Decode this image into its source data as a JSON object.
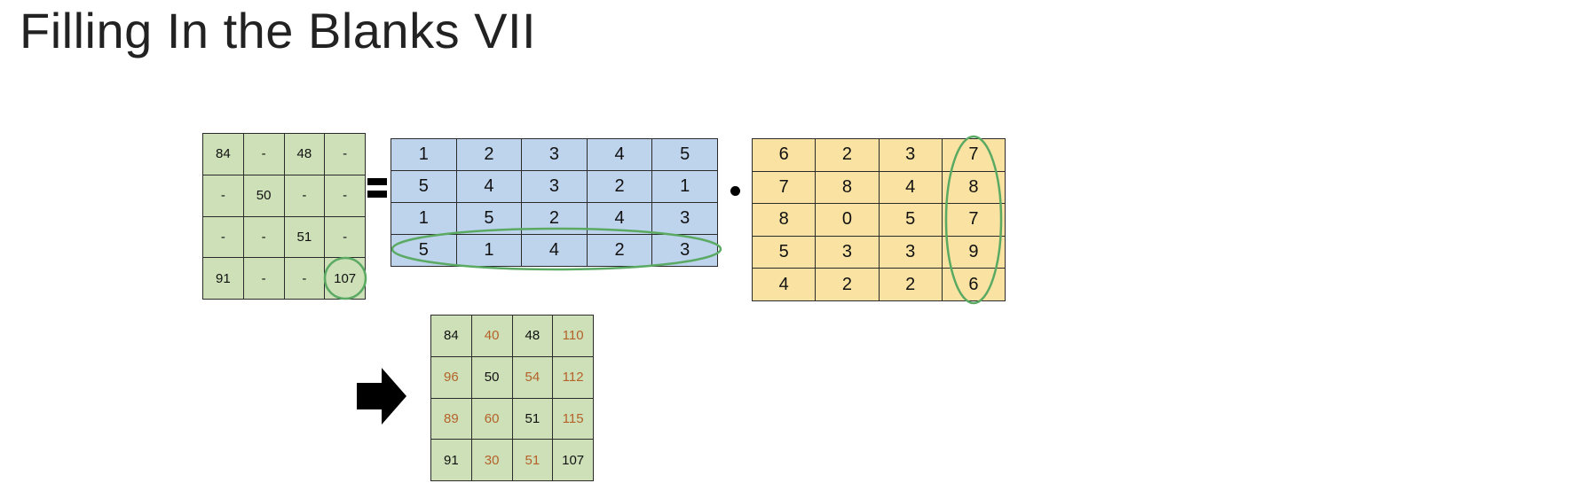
{
  "title": "Filling In the Blanks VII",
  "colors": {
    "green_cell": "#cde0b8",
    "blue_cell": "#bed3ec",
    "yellow_cell": "#fae2a2",
    "highlight_ellipse": "#5aaa63",
    "filled_value_text": "#b5622a"
  },
  "matrix_a": {
    "rows": [
      [
        "84",
        "-",
        "48",
        "-"
      ],
      [
        "-",
        "50",
        "-",
        "-"
      ],
      [
        "-",
        "-",
        "51",
        "-"
      ],
      [
        "91",
        "-",
        "-",
        "107"
      ]
    ],
    "highlighted_cell": "107"
  },
  "operators": {
    "equals": "=",
    "dot_product": "•"
  },
  "matrix_b": {
    "rows": [
      [
        "1",
        "2",
        "3",
        "4",
        "5"
      ],
      [
        "5",
        "4",
        "3",
        "2",
        "1"
      ],
      [
        "1",
        "5",
        "2",
        "4",
        "3"
      ],
      [
        "5",
        "1",
        "4",
        "2",
        "3"
      ]
    ],
    "highlighted_row": 4
  },
  "matrix_c": {
    "rows": [
      [
        "6",
        "2",
        "3",
        "7"
      ],
      [
        "7",
        "8",
        "4",
        "8"
      ],
      [
        "8",
        "0",
        "5",
        "7"
      ],
      [
        "5",
        "3",
        "3",
        "9"
      ],
      [
        "4",
        "2",
        "2",
        "6"
      ]
    ],
    "highlighted_column": 4
  },
  "arrow_icon": "right-arrow-icon",
  "result_matrix": {
    "rows": [
      [
        {
          "v": "84",
          "filled": false
        },
        {
          "v": "40",
          "filled": true
        },
        {
          "v": "48",
          "filled": false
        },
        {
          "v": "110",
          "filled": true
        }
      ],
      [
        {
          "v": "96",
          "filled": true
        },
        {
          "v": "50",
          "filled": false
        },
        {
          "v": "54",
          "filled": true
        },
        {
          "v": "112",
          "filled": true
        }
      ],
      [
        {
          "v": "89",
          "filled": true
        },
        {
          "v": "60",
          "filled": true
        },
        {
          "v": "51",
          "filled": false
        },
        {
          "v": "115",
          "filled": true
        }
      ],
      [
        {
          "v": "91",
          "filled": false
        },
        {
          "v": "30",
          "filled": true
        },
        {
          "v": "51",
          "filled": true
        },
        {
          "v": "107",
          "filled": false
        }
      ]
    ]
  }
}
